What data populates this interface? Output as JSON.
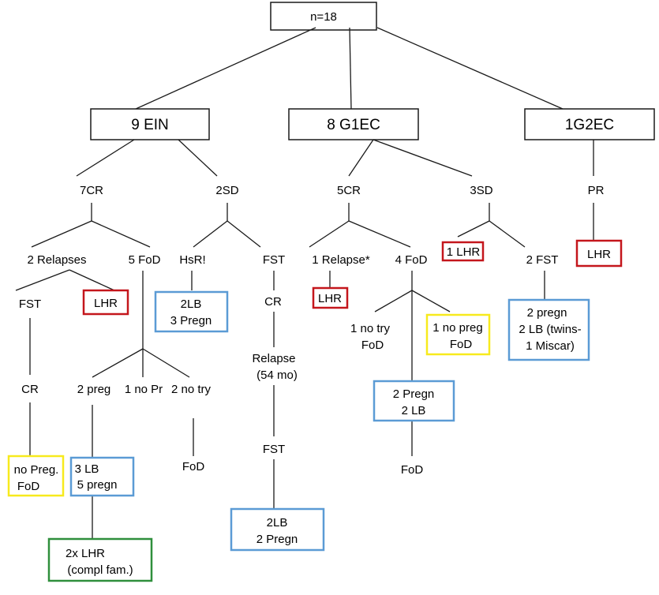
{
  "colors": {
    "black": "#1a1a1a",
    "red": "#c4161c",
    "blue": "#5b9bd5",
    "yellow": "#f7ea1d",
    "green": "#2f8f3c"
  },
  "root": "n=18",
  "groups": {
    "ein": "9 EIN",
    "g1ec": "8 G1EC",
    "g2ec": "1G2EC"
  },
  "ein": {
    "cr": "7CR",
    "sd": "2SD",
    "relapses": "2 Relapses",
    "fod": "5 FoD",
    "hsr": "HsR!",
    "fst": "FST",
    "relapse_fst": "FST",
    "relapse_cr": "CR",
    "relapse_lhr": "LHR",
    "no_preg": [
      "no Preg.",
      "FoD"
    ],
    "preg": "2  preg",
    "no_pr": "1 no Pr",
    "no_try": "2 no try",
    "no_try_fod": "FoD",
    "lb_preg": [
      "3 LB",
      "5 pregn"
    ],
    "compl_fam": [
      "2x LHR",
      "(compl fam.)"
    ],
    "hsr_box": [
      "2LB",
      "3 Pregn"
    ],
    "sd_fst": "FST",
    "sd_cr": "CR",
    "sd_relapse": [
      "Relapse",
      "(54 mo)"
    ],
    "sd_fst2": "FST",
    "sd_final": [
      "2LB",
      "2 Pregn"
    ]
  },
  "g1ec": {
    "cr": "5CR",
    "sd": "3SD",
    "relapse": "1 Relapse*",
    "relapse_lhr": "LHR",
    "fod": "4 FoD",
    "no_try": [
      "1 no try",
      "FoD"
    ],
    "no_preg": [
      "1 no preg",
      "FoD"
    ],
    "pregn_lb": [
      "2 Pregn",
      "2 LB"
    ],
    "pregn_fod": "FoD",
    "lhr": "1 LHR",
    "fst": "2 FST",
    "twins": [
      "2 pregn",
      "2 LB (twins-",
      "1 Miscar)"
    ]
  },
  "g2ec": {
    "pr": "PR",
    "lhr": "LHR"
  }
}
